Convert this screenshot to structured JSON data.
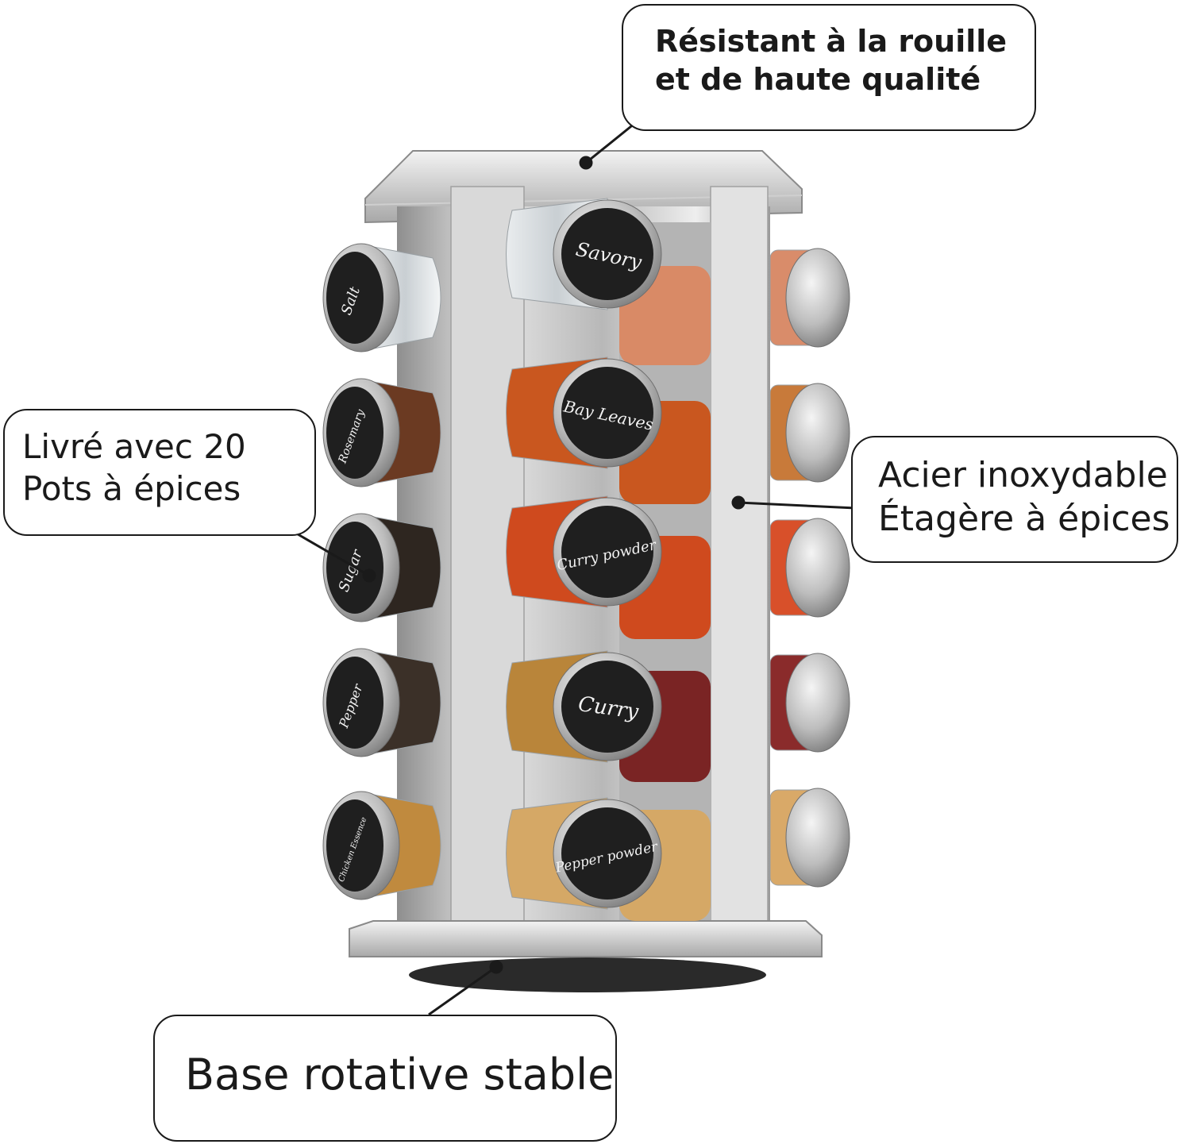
{
  "callouts": {
    "top": [
      "Résistant à la rouille",
      "et de haute qualité"
    ],
    "left": [
      "Livré avec 20",
      "Pots à épices"
    ],
    "right": [
      "Acier inoxydable",
      "Étagère à épices"
    ],
    "bottom": [
      "Base rotative stable"
    ]
  },
  "jar_labels": {
    "left_column": [
      "Salt",
      "Rosemary",
      "Sugar",
      "Pepper",
      "Chicken Essence"
    ],
    "front_column": [
      "Savory",
      "Bay Leaves",
      "Curry powder",
      "Curry",
      "Pepper powder"
    ]
  },
  "colors": {
    "steel_light": "#dcdcdc",
    "steel_dark": "#9a9a9a",
    "lid_black": "#1f1f1f",
    "spice_orange": "#c8531e",
    "outline": "#1a1a1a"
  }
}
